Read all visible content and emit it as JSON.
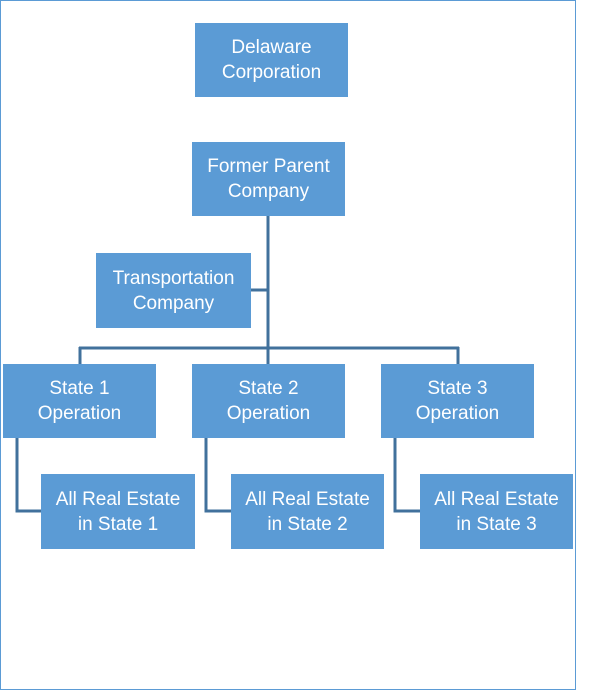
{
  "diagram": {
    "nodes": {
      "delaware": {
        "line1": "Delaware",
        "line2": "Corporation"
      },
      "former_parent": {
        "line1": "Former Parent",
        "line2": "Company"
      },
      "transportation": {
        "line1": "Transportation",
        "line2": "Company"
      },
      "state1_op": {
        "line1": "State 1",
        "line2": "Operation"
      },
      "state2_op": {
        "line1": "State 2",
        "line2": "Operation"
      },
      "state3_op": {
        "line1": "State 3",
        "line2": "Operation"
      },
      "state1_re": {
        "line1": "All Real Estate",
        "line2": "in State 1"
      },
      "state2_re": {
        "line1": "All Real Estate",
        "line2": "in State 2"
      },
      "state3_re": {
        "line1": "All Real Estate",
        "line2": "in State 3"
      }
    },
    "colors": {
      "box_fill": "#5b9bd5",
      "connector": "#41719c",
      "frame_border": "#5b9bd5"
    }
  }
}
